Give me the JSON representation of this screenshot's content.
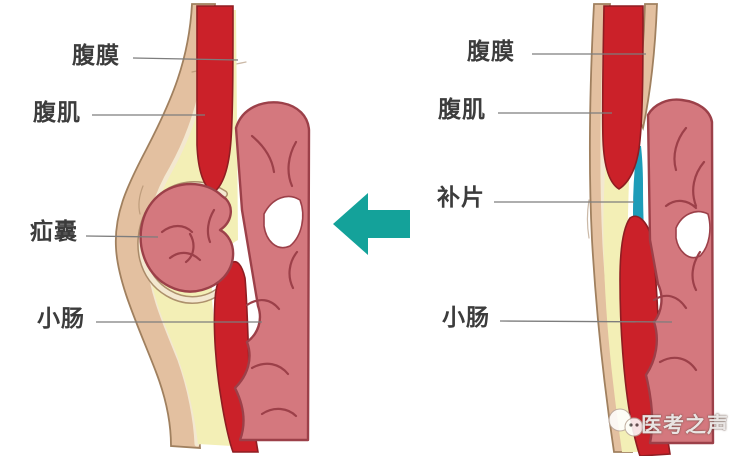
{
  "left_panel": {
    "description": "hernia-before-repair",
    "labels": [
      {
        "id": "peritoneum",
        "text": "腹膜"
      },
      {
        "id": "abdominal-muscle",
        "text": "腹肌"
      },
      {
        "id": "hernia-sac",
        "text": "疝囊"
      },
      {
        "id": "small-intestine",
        "text": "小肠"
      }
    ]
  },
  "right_panel": {
    "description": "hernia-after-mesh-repair",
    "labels": [
      {
        "id": "peritoneum",
        "text": "腹膜"
      },
      {
        "id": "abdominal-muscle",
        "text": "腹肌"
      },
      {
        "id": "mesh-patch",
        "text": "补片"
      },
      {
        "id": "small-intestine",
        "text": "小肠"
      }
    ]
  },
  "arrow": {
    "direction": "left"
  },
  "watermark": {
    "text": "医考之声"
  },
  "colors": {
    "muscle_red": "#cb2129",
    "muscle_outline": "#8f1d22",
    "intestine_pink": "#d4787e",
    "intestine_outline": "#9c4049",
    "fat_yellow": "#f3efb6",
    "skin_tan": "#e3c0a0",
    "skin_cream": "#f3e8d0",
    "skin_outline": "#a0805f",
    "arrow_teal": "#14a29a",
    "patch_teal": "#1d9cb8",
    "label_text": "#3c3c3c",
    "leader_line": "#7d7d7d"
  }
}
